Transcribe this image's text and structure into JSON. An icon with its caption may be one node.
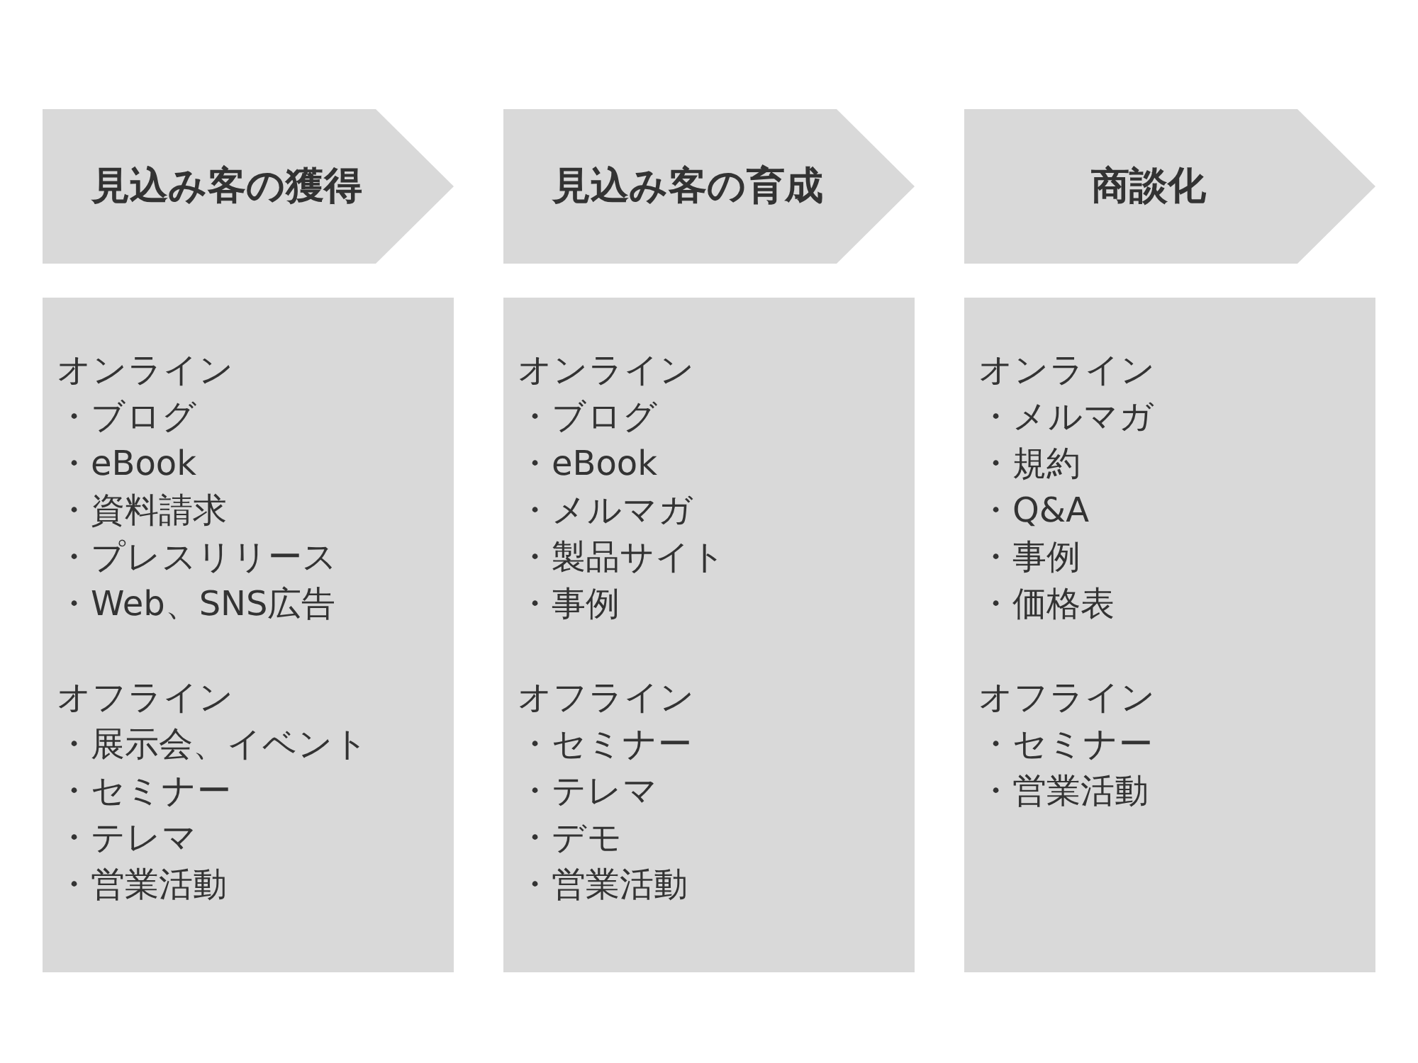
{
  "diagram": {
    "nodes": [
      {
        "text": [
          "見込み客の獲得"
        ]
      },
      {
        "text": [
          "見込み客の育成"
        ]
      },
      {
        "text": [
          "商談化"
        ]
      },
      {
        "text": [
          "オンライン",
          "・ブログ",
          "・eBook",
          "・資料請求",
          "・プレスリリース",
          "・Web、SNS広告",
          "オフライン",
          "・展示会、イベント",
          "・セミナー",
          "・テレマ",
          "・営業活動"
        ]
      },
      {
        "text": [
          "オンライン",
          "・ブログ",
          "・eBook",
          "・メルマガ",
          "・製品サイト",
          "・事例",
          "オフライン",
          "・セミナー",
          "・テレマ",
          "・デモ",
          "・営業活動"
        ]
      },
      {
        "text": [
          "オンライン",
          "・メルマガ",
          "・規約",
          "・Q&A",
          "・事例",
          "・価格表",
          "オフライン",
          "・セミナー",
          "・営業活動"
        ]
      }
    ]
  }
}
